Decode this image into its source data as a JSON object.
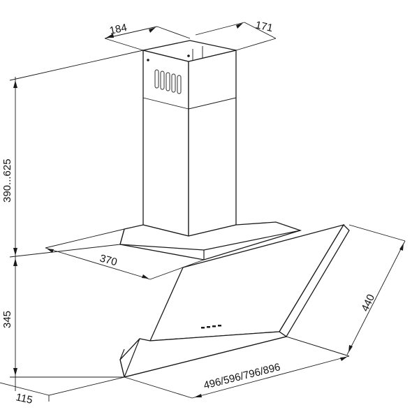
{
  "dimensions": {
    "chimney_width": "184",
    "chimney_depth": "171",
    "chimney_height": "390...625",
    "canopy_depth": "370",
    "hood_height": "345",
    "glass_panel": "440",
    "hood_width": "496/596/796/896",
    "bottom_depth": "115"
  }
}
